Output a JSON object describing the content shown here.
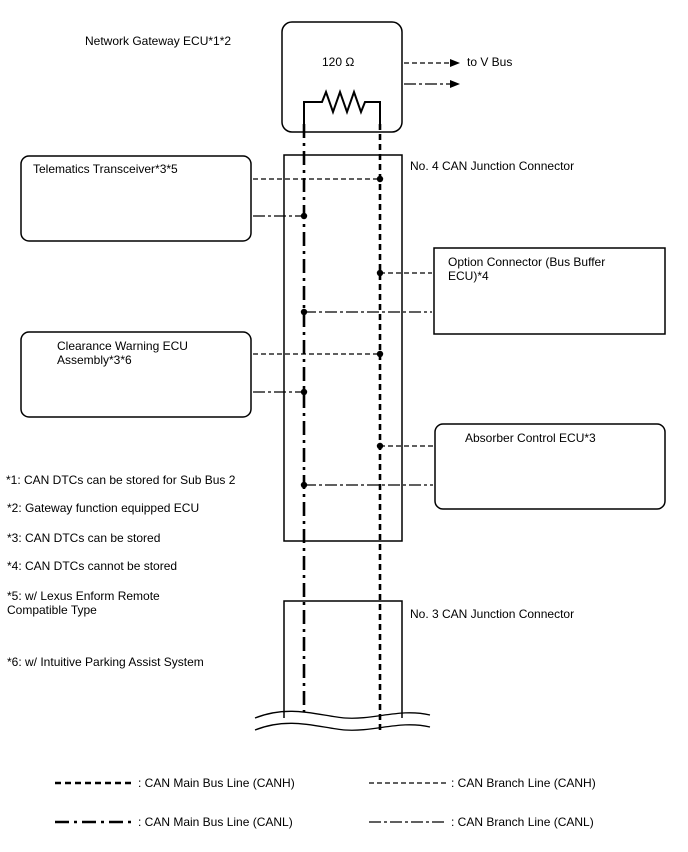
{
  "components": {
    "gateway": {
      "label": "Network Gateway ECU*1*2",
      "resistor": "120 Ω",
      "to_v_bus": "to V Bus"
    },
    "telematics": {
      "label": "Telematics Transceiver*3*5"
    },
    "option_connector": {
      "label_line1": "Option Connector (Bus Buffer",
      "label_line2": "ECU)*4"
    },
    "clearance": {
      "label_line1": "Clearance Warning ECU",
      "label_line2": "Assembly*3*6"
    },
    "absorber": {
      "label": "Absorber Control ECU*3"
    },
    "junction4": {
      "label": "No. 4 CAN Junction Connector"
    },
    "junction3": {
      "label": "No. 3 CAN Junction Connector"
    }
  },
  "notes": [
    {
      "key": "*1",
      "text": "*1: CAN DTCs can be stored for Sub Bus 2"
    },
    {
      "key": "*2",
      "text": "*2: Gateway function equipped ECU"
    },
    {
      "key": "*3",
      "text": "*3: CAN DTCs can be stored"
    },
    {
      "key": "*4",
      "text": "*4: CAN DTCs cannot be stored"
    },
    {
      "key": "*5",
      "text_line1": "*5: w/ Lexus Enform Remote",
      "text_line2": "Compatible Type"
    },
    {
      "key": "*6",
      "text": "*6: w/ Intuitive Parking Assist System"
    }
  ],
  "legend": {
    "main_canh": ": CAN Main Bus Line (CANH)",
    "main_canl": ": CAN Main Bus Line (CANL)",
    "branch_canh": ": CAN Branch Line (CANH)",
    "branch_canl": ": CAN Branch Line (CANL)"
  }
}
